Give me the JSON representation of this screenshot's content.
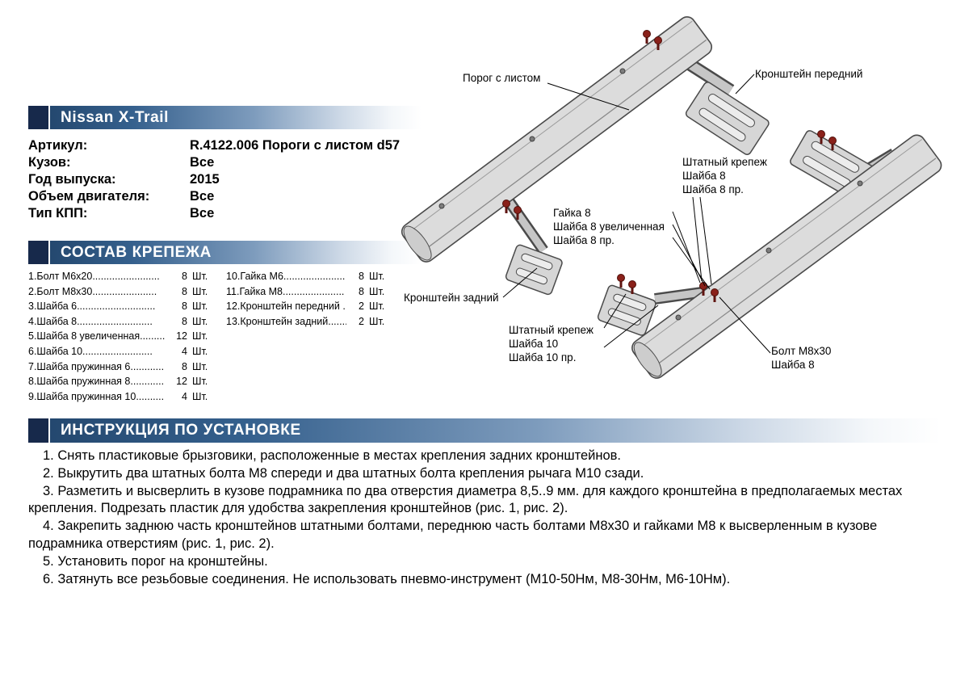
{
  "product": {
    "title": "Nissan X-Trail",
    "specs": [
      {
        "label": "Артикул:",
        "value": "R.4122.006 Пороги с листом d57"
      },
      {
        "label": "Кузов:",
        "value": "Все"
      },
      {
        "label": "Год выпуска:",
        "value": "2015"
      },
      {
        "label": "Объем двигателя:",
        "value": "Все"
      },
      {
        "label": "Тип КПП:",
        "value": "Все"
      }
    ]
  },
  "hardware": {
    "header": "СОСТАВ КРЕПЕЖА",
    "col1": [
      {
        "name": "1.Болт М6х20........................",
        "qty": "8",
        "unit": "Шт."
      },
      {
        "name": "2.Болт М8х30.......................",
        "qty": "8",
        "unit": "Шт."
      },
      {
        "name": "3.Шайба 6............................",
        "qty": "8",
        "unit": "Шт."
      },
      {
        "name": "4.Шайба 8...........................",
        "qty": "8",
        "unit": "Шт."
      },
      {
        "name": "5.Шайба 8 увеличенная.........",
        "qty": "12",
        "unit": "Шт."
      },
      {
        "name": "6.Шайба 10.........................",
        "qty": "4",
        "unit": "Шт."
      },
      {
        "name": "7.Шайба пружинная 6............",
        "qty": "8",
        "unit": "Шт."
      },
      {
        "name": "8.Шайба пружинная 8............",
        "qty": "12",
        "unit": "Шт."
      },
      {
        "name": "9.Шайба пружинная 10..........",
        "qty": "4",
        "unit": "Шт."
      }
    ],
    "col2": [
      {
        "name": "10.Гайка М6......................",
        "qty": "8",
        "unit": "Шт."
      },
      {
        "name": "11.Гайка М8......................",
        "qty": "8",
        "unit": "Шт."
      },
      {
        "name": "12.Кронштейн передний ....",
        "qty": "2",
        "unit": "Шт."
      },
      {
        "name": "13.Кронштейн задний.........",
        "qty": "2",
        "unit": "Шт."
      }
    ]
  },
  "diagram": {
    "labels": {
      "board": "Порог с листом",
      "front_bracket": "Кронштейн передний",
      "stock8": {
        "l1": "Штатный крепеж",
        "l2": "Шайба 8",
        "l3": "Шайба 8 пр."
      },
      "nut8": {
        "l1": "Гайка 8",
        "l2": "Шайба 8 увеличенная",
        "l3": "Шайба 8 пр."
      },
      "rear_bracket": "Кронштейн задний",
      "stock10": {
        "l1": "Штатный крепеж",
        "l2": "Шайба 10",
        "l3": "Шайба 10 пр."
      },
      "bolt": {
        "l1": "Болт М8х30",
        "l2": "Шайба 8"
      }
    }
  },
  "instructions": {
    "header": "ИНСТРУКЦИЯ ПО УСТАНОВКЕ",
    "steps": [
      "1. Снять пластиковые брызговики, расположенные в местах крепления задних кронштейнов.",
      "2. Выкрутить два штатных болта М8 спереди и два штатных болта крепления рычага М10 сзади.",
      "3. Разметить и высверлить в кузове подрамника по два отверстия диаметра 8,5..9 мм. для каждого кронштейна в предполагаемых местах крепления. Подрезать пластик для удобства закрепления кронштейнов (рис. 1, рис. 2).",
      "4. Закрепить заднюю часть кронштейнов штатными болтами, переднюю часть болтами М8х30 и гайками М8 к высверленным в кузове подрамника отверстиям (рис. 1, рис. 2).",
      "5. Установить порог на кронштейны.",
      "6. Затянуть все резьбовые соединения. Не использовать пневмо-инструмент (М10-50Нм, М8-30Нм, М6-10Нм)."
    ]
  },
  "colors": {
    "header_dark": "#24486f",
    "header_square": "#17294b",
    "bolt_red": "#8a211a",
    "steel_gray": "#dcdcdc"
  }
}
